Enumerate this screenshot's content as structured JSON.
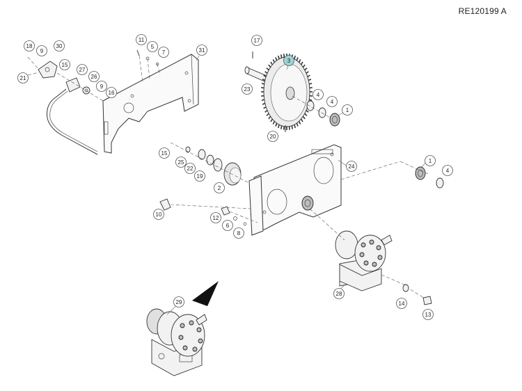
{
  "reference_id": "RE120199 A",
  "highlight_color": "#9fd3d6",
  "line_color": "#333333",
  "callouts": [
    {
      "id": "c18",
      "label": "18"
    },
    {
      "id": "c9a",
      "label": "9"
    },
    {
      "id": "c30",
      "label": "30"
    },
    {
      "id": "c15a",
      "label": "15"
    },
    {
      "id": "c27",
      "label": "27"
    },
    {
      "id": "c21",
      "label": "21"
    },
    {
      "id": "c26",
      "label": "26"
    },
    {
      "id": "c9b",
      "label": "9"
    },
    {
      "id": "c16",
      "label": "16"
    },
    {
      "id": "c11",
      "label": "11"
    },
    {
      "id": "c5",
      "label": "5"
    },
    {
      "id": "c7",
      "label": "7"
    },
    {
      "id": "c31",
      "label": "31"
    },
    {
      "id": "c17",
      "label": "17"
    },
    {
      "id": "c3",
      "label": "3",
      "highlighted": true
    },
    {
      "id": "c23",
      "label": "23"
    },
    {
      "id": "c4a",
      "label": "4"
    },
    {
      "id": "c4b",
      "label": "4"
    },
    {
      "id": "c1a",
      "label": "1"
    },
    {
      "id": "c20",
      "label": "20"
    },
    {
      "id": "c15b",
      "label": "15"
    },
    {
      "id": "c25",
      "label": "25"
    },
    {
      "id": "c22",
      "label": "22"
    },
    {
      "id": "c19",
      "label": "19"
    },
    {
      "id": "c2",
      "label": "2"
    },
    {
      "id": "c24",
      "label": "24"
    },
    {
      "id": "c1b",
      "label": "1"
    },
    {
      "id": "c4c",
      "label": "4"
    },
    {
      "id": "c10",
      "label": "10"
    },
    {
      "id": "c12",
      "label": "12"
    },
    {
      "id": "c6",
      "label": "6"
    },
    {
      "id": "c8",
      "label": "8"
    },
    {
      "id": "c29",
      "label": "29"
    },
    {
      "id": "c28",
      "label": "28"
    },
    {
      "id": "c14",
      "label": "14"
    },
    {
      "id": "c13",
      "label": "13"
    }
  ]
}
